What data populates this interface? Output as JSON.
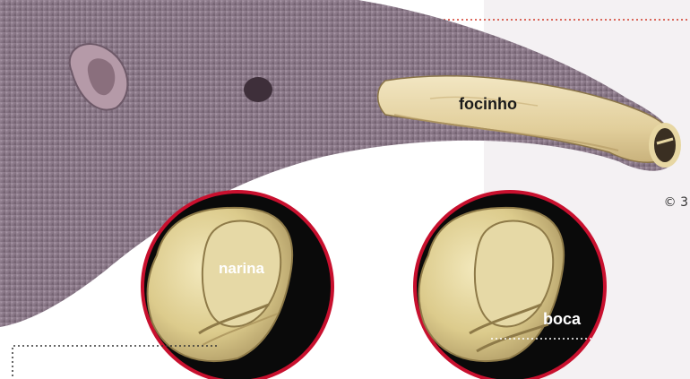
{
  "labels": {
    "snout": "focinho",
    "nostril": "narina",
    "mouth": "boca"
  },
  "copyright": "© 3",
  "colors": {
    "fur": "#8e7b8c",
    "fur_dark": "#5b4a58",
    "snout_cut": "#e8d6a4",
    "inset_ring": "#c8102e",
    "inset_bg": "#0a0a0a",
    "tube": "#d9c98a",
    "dotted_line": "#d23a2a"
  }
}
